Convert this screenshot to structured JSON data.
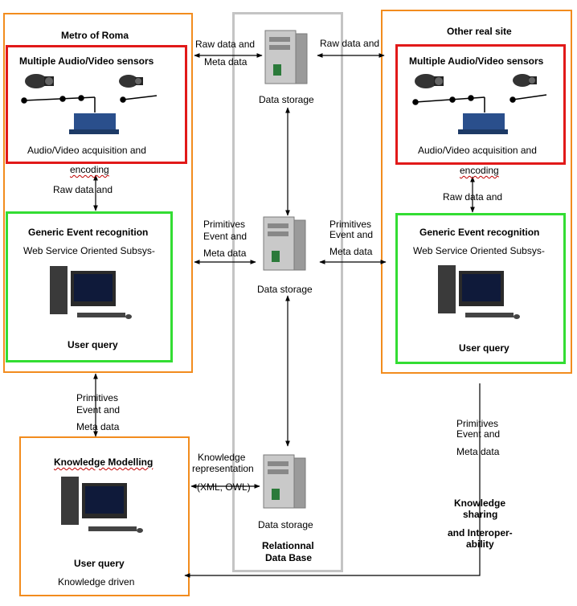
{
  "left_site": {
    "title": "Metro of Roma",
    "sensors_title": "Multiple Audio/Video  sensors",
    "acq_line1": "Audio/Video acquisition and",
    "acq_line2": "encoding",
    "raw_label": "Raw data and",
    "event_title": "Generic Event recognition",
    "event_sub": "Web Service Oriented Subsys-",
    "user_query": "User query"
  },
  "right_site": {
    "title": "Other real site",
    "sensors_title": "Multiple Audio/Video  sensors",
    "acq_line1": "Audio/Video acquisition and",
    "acq_line2": "encoding",
    "raw_label": "Raw data and",
    "event_title": "Generic Event recognition",
    "event_sub": "Web Service Oriented Subsys-",
    "user_query": "User query"
  },
  "center": {
    "raw_left_1": "Raw data and",
    "raw_left_2": "Meta data",
    "raw_right": "Raw data and",
    "storage_1": "Data storage",
    "prim_left_1": "Primitives",
    "prim_left_2": "Event and",
    "prim_left_3": "Meta data",
    "prim_right_1": "Primitives",
    "prim_right_2": "Event and",
    "prim_right_3": "Meta data",
    "storage_2": "Data storage",
    "kr_1": "Knowledge",
    "kr_2": "representation",
    "kr_3": "(XML, OWL)",
    "storage_3": "Data storage",
    "db_1": "Relationnal",
    "db_2": "Data Base"
  },
  "bottom_left": {
    "prim_1": "Primitives",
    "prim_2": "Event and",
    "prim_3": "Meta data",
    "title": "Knowledge Modelling",
    "user_query": "User query",
    "driven": "Knowledge driven"
  },
  "bottom_right": {
    "prim_1": "Primitives",
    "prim_2": "Event and",
    "prim_3": "Meta data",
    "ks_1": "Knowledge",
    "ks_2": "sharing",
    "ks_3": "and Interoper-",
    "ks_4": "ability"
  }
}
